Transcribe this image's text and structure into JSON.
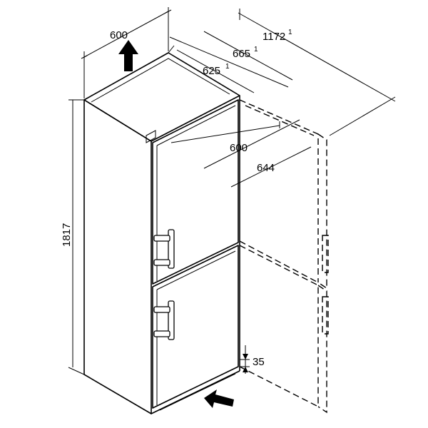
{
  "dimensions": {
    "width": "600",
    "height": "1817",
    "depth_625": "625",
    "depth_665": "665",
    "depth_1172": "1172",
    "footnote_mark": "1",
    "door_width": "600",
    "door_depth": "644",
    "plinth": "35"
  }
}
